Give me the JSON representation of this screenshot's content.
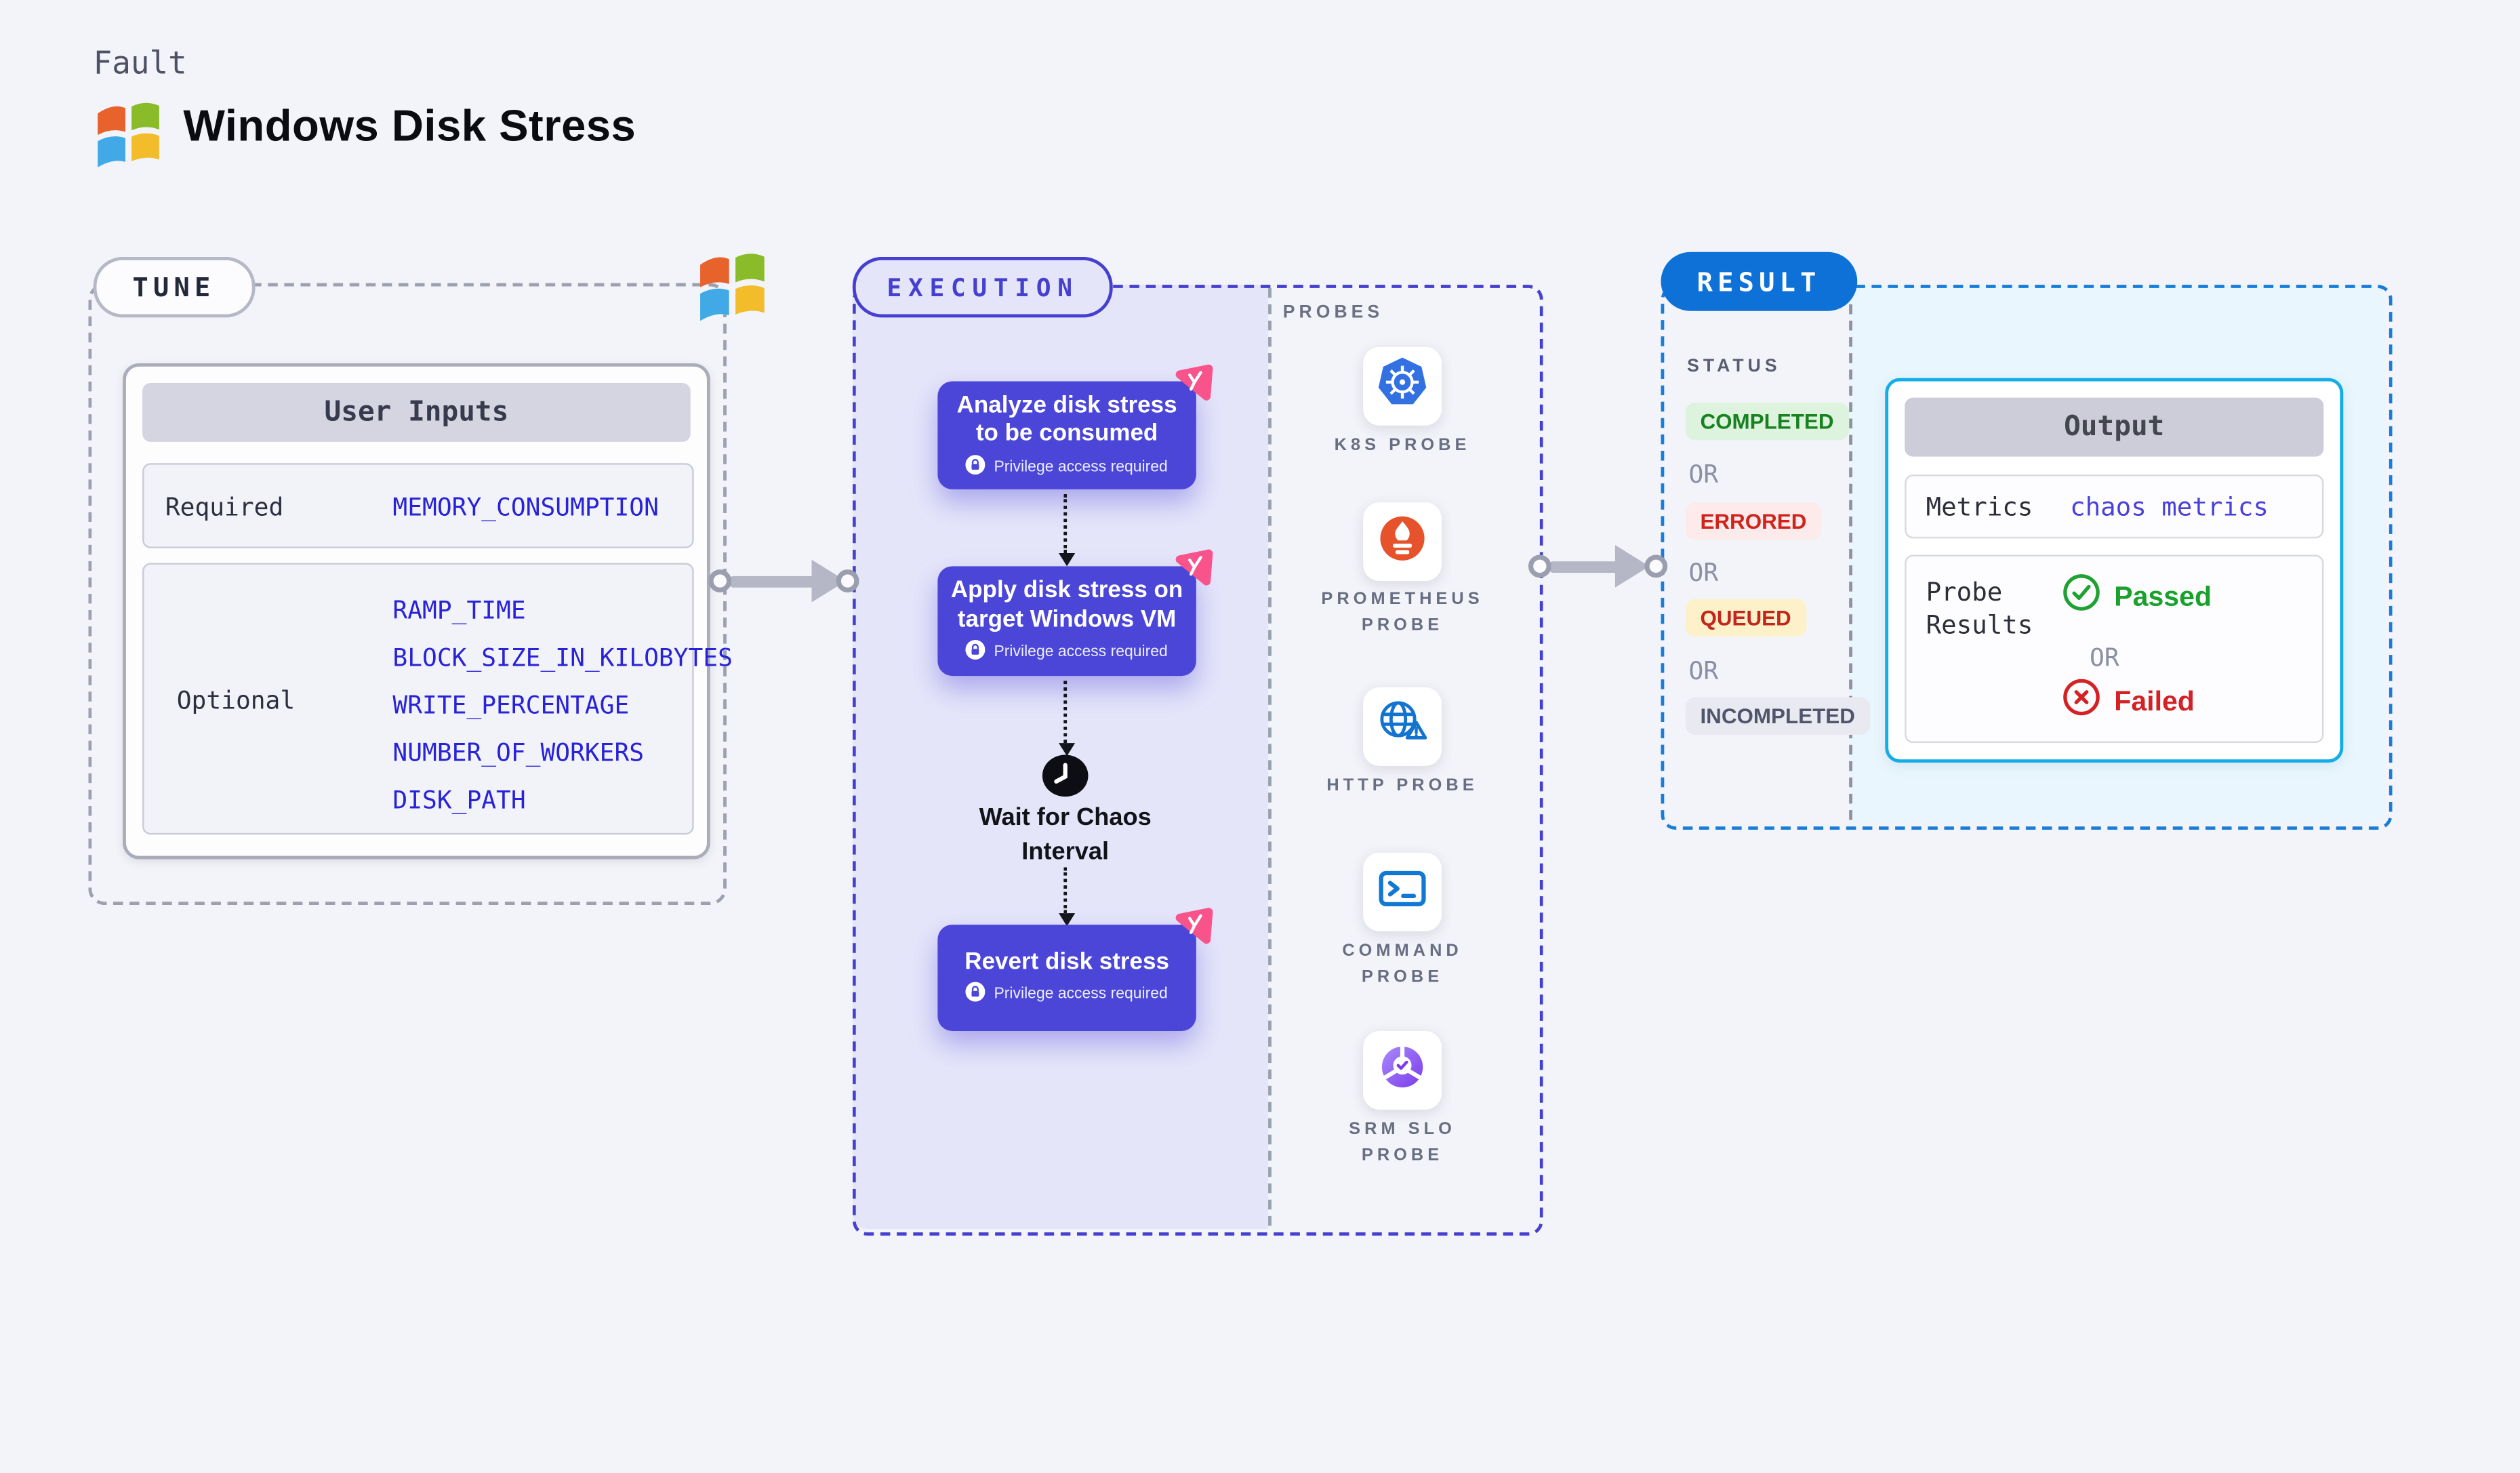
{
  "header": {
    "eyebrow": "Fault",
    "title": "Windows Disk Stress",
    "logo_icon": "windows-logo-icon"
  },
  "tune": {
    "badge": "TUNE",
    "corner_icon": "windows-logo-icon",
    "user_inputs": {
      "title": "User Inputs",
      "required": {
        "label": "Required",
        "value": "MEMORY_CONSUMPTION"
      },
      "optional": {
        "label": "Optional",
        "values": [
          "RAMP_TIME",
          "BLOCK_SIZE_IN_KILOBYTES",
          "WRITE_PERCENTAGE",
          "NUMBER_OF_WORKERS",
          "DISK_PATH"
        ]
      }
    }
  },
  "execution": {
    "badge": "EXECUTION",
    "steps": [
      {
        "line1": "Analyze disk stress",
        "line2": "to be consumed",
        "privilege": "Privilege access required",
        "corner_icon": "chaos-pinwheel-icon",
        "lock_icon": "lock-icon"
      },
      {
        "line1": "Apply disk stress on",
        "line2": "target Windows VM",
        "privilege": "Privilege access required",
        "corner_icon": "chaos-pinwheel-icon",
        "lock_icon": "lock-icon"
      },
      {
        "line1": "Revert disk stress",
        "line2": "",
        "privilege": "Privilege access required",
        "corner_icon": "chaos-pinwheel-icon",
        "lock_icon": "lock-icon"
      }
    ],
    "wait": {
      "icon": "clock-icon",
      "line1": "Wait for Chaos",
      "line2": "Interval"
    },
    "probes": {
      "label": "PROBES",
      "items": [
        {
          "line1": "K8S PROBE",
          "line2": "",
          "icon": "kubernetes-icon"
        },
        {
          "line1": "PROMETHEUS",
          "line2": "PROBE",
          "icon": "prometheus-icon"
        },
        {
          "line1": "HTTP PROBE",
          "line2": "",
          "icon": "globe-alert-icon"
        },
        {
          "line1": "COMMAND",
          "line2": "PROBE",
          "icon": "terminal-icon"
        },
        {
          "line1": "SRM SLO",
          "line2": "PROBE",
          "icon": "slo-pie-icon"
        }
      ]
    }
  },
  "result": {
    "badge": "RESULT",
    "status": {
      "label": "STATUS",
      "or": "OR",
      "badges": [
        {
          "label": "COMPLETED",
          "bg": "#def3de",
          "fg": "#17821f"
        },
        {
          "label": "ERRORED",
          "bg": "#fcebea",
          "fg": "#d0231c"
        },
        {
          "label": "QUEUED",
          "bg": "#fdf1c9",
          "fg": "#c2261c"
        },
        {
          "label": "INCOMPLETED",
          "bg": "#e9e9f1",
          "fg": "#4f556b"
        }
      ]
    },
    "output": {
      "title": "Output",
      "metrics_label": "Metrics",
      "metrics_value": "chaos metrics",
      "probe_label_line1": "Probe",
      "probe_label_line2": "Results",
      "passed": "Passed",
      "or": "OR",
      "failed": "Failed",
      "passed_icon": "check-circle-icon",
      "failed_icon": "x-circle-icon"
    }
  },
  "colors": {
    "page_background": "#f3f4f9",
    "execution_fill": "#e5e5fa",
    "execution_accent": "#4540cf",
    "step_box": "#4b46d8",
    "pinwheel_pink": "#f9538c",
    "result_accent": "#187dd8",
    "result_badge": "#0e71d7",
    "result_fill": "#e9f6fd",
    "output_border": "#13ade8",
    "completed_green": "#17821f",
    "errored_red": "#d0231c",
    "queued_yellow_bg": "#fdf1c9",
    "passed_green": "#1aa12c",
    "failed_red": "#d32124",
    "value_blue": "#2823d8",
    "arrow_gray": "#b6b7c6"
  }
}
